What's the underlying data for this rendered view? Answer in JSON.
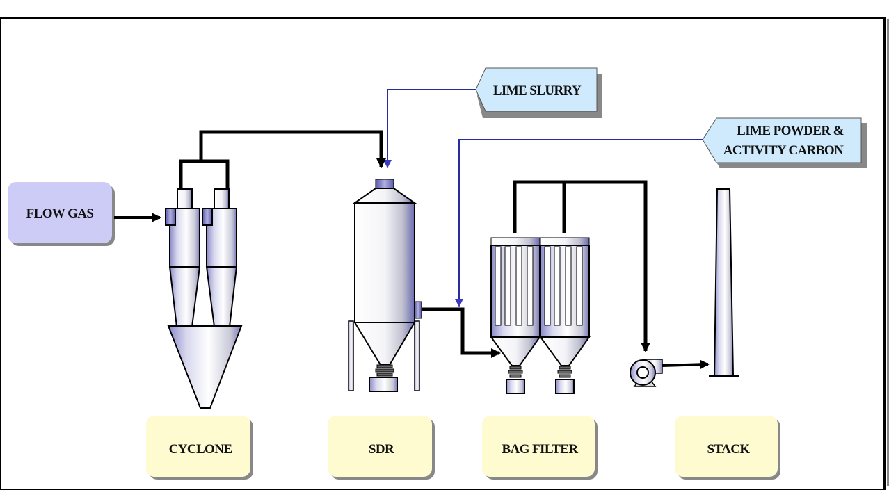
{
  "title": "Flue gas treatment process flow",
  "inputs": {
    "flow_gas": "FLOW GAS",
    "lime_slurry": "LIME SLURRY",
    "lime_powder_line1": "LIME POWDER &",
    "lime_powder_line2": "ACTIVITY CARBON"
  },
  "units": [
    {
      "id": "cyclone",
      "label": "CYCLONE"
    },
    {
      "id": "sdr",
      "label": "SDR"
    },
    {
      "id": "bag_filter",
      "label": "BAG FILTER"
    },
    {
      "id": "stack",
      "label": "STACK"
    }
  ],
  "colors": {
    "input_box": "#ccccf6",
    "reagent_box": "#cfeafc",
    "unit_box": "#fdfbcf",
    "reagent_line": "#2b2ba0",
    "flow_line": "#000000",
    "equipment_accent": "#7070b8"
  }
}
